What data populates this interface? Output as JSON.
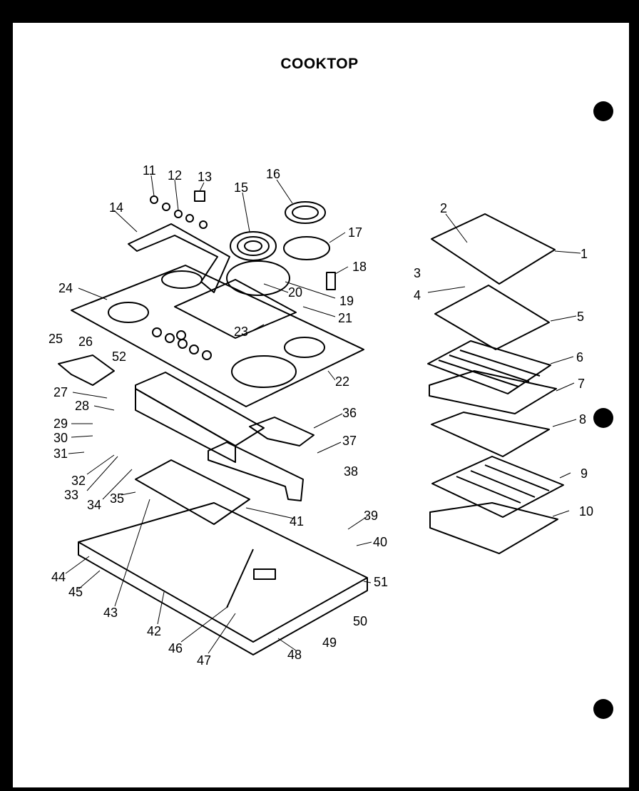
{
  "title": "COOKTOP",
  "labels": [
    "1",
    "2",
    "3",
    "4",
    "5",
    "6",
    "7",
    "8",
    "9",
    "10",
    "11",
    "12",
    "13",
    "14",
    "15",
    "16",
    "17",
    "18",
    "19",
    "20",
    "21",
    "22",
    "23",
    "24",
    "25",
    "26",
    "27",
    "28",
    "29",
    "30",
    "31",
    "32",
    "33",
    "34",
    "35",
    "36",
    "37",
    "38",
    "39",
    "40",
    "41",
    "42",
    "43",
    "44",
    "45",
    "46",
    "47",
    "48",
    "49",
    "50",
    "51",
    "52"
  ],
  "colors": {
    "ink": "#000000",
    "paper": "#ffffff"
  }
}
